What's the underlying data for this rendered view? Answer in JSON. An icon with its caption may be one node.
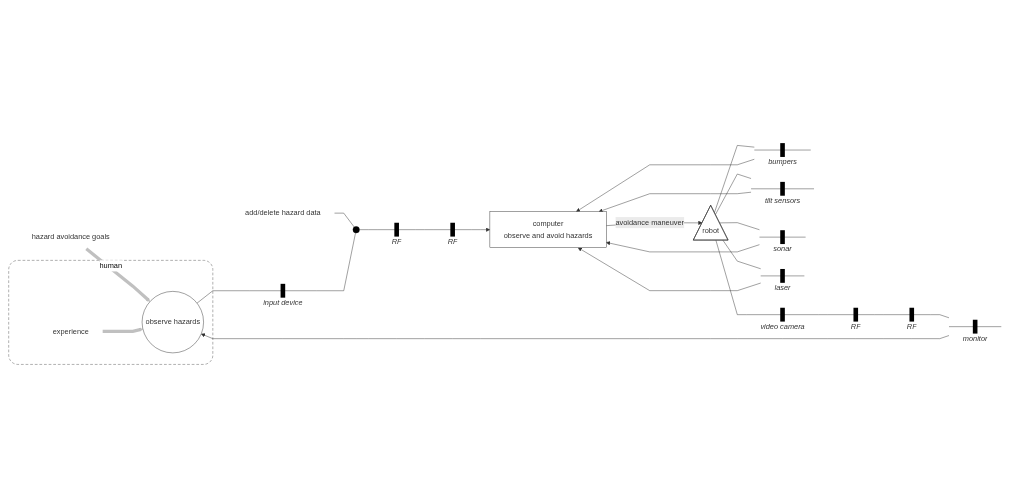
{
  "diagram": {
    "nodes": [
      {
        "text": [
          "human"
        ]
      },
      {
        "text": [
          "hazard avoidance goals"
        ]
      },
      {
        "text": [
          "experience"
        ],
        "in": 0
      },
      {
        "text": [
          "add/delete hazard data"
        ]
      },
      {
        "text": [
          "computer",
          "observe and avoid hazards"
        ]
      },
      {
        "text": [
          "robot"
        ]
      },
      {
        "text": [],
        "shape": "bar",
        "beside": [
          "monitor"
        ]
      },
      {
        "text": [
          "observe hazards"
        ],
        "in": 0
      },
      {
        "text": [],
        "shape": "bar",
        "beside": [
          "input device"
        ]
      },
      {
        "text": [],
        "shape": "circle"
      },
      {
        "text": [],
        "shape": "bar",
        "beside": [
          "RF"
        ]
      },
      {
        "text": [],
        "shape": "bar",
        "beside": [
          "RF"
        ]
      },
      {
        "text": [],
        "shape": "bar",
        "beside": [
          "bumpers"
        ]
      },
      {
        "text": [],
        "shape": "bar",
        "beside": [
          "tilt sensors"
        ]
      },
      {
        "text": [],
        "shape": "bar",
        "beside": [
          "sonar"
        ]
      },
      {
        "text": [],
        "shape": "bar",
        "beside": [
          "laser"
        ]
      },
      {
        "text": [],
        "shape": "bar",
        "beside": [
          "RF"
        ]
      },
      {
        "text": [],
        "shape": "bar",
        "beside": [
          "RF"
        ]
      },
      {
        "text": [],
        "shape": "bar",
        "beside": [
          "video camera"
        ]
      }
    ],
    "edges": [
      {
        "from": 1,
        "to": 7,
        "arrow": "to",
        "style": "thick",
        "color": "#c0c0c0"
      },
      {
        "from": 2,
        "to": 7,
        "arrow": "to",
        "style": "thick",
        "color": "#c0c0c0"
      },
      {
        "from": 3,
        "to": 9,
        "arrow": "none"
      },
      {
        "from": 6,
        "to": 7,
        "arrow": "to"
      },
      {
        "from": 7,
        "to": 8,
        "arrow": "none"
      },
      {
        "from": 8,
        "to": 9,
        "arrow": "none"
      },
      {
        "from": 9,
        "to": 10,
        "arrow": "none"
      },
      {
        "from": 10,
        "to": 11,
        "arrow": "none"
      },
      {
        "from": 11,
        "to": 4,
        "arrow": "to"
      },
      {
        "from": 4,
        "to": 5,
        "arrow": "to",
        "label": "avoidance maneuver"
      },
      {
        "from": 5,
        "to": 12,
        "arrow": "none"
      },
      {
        "from": 12,
        "to": 4,
        "arrow": "to"
      },
      {
        "from": 5,
        "to": 13,
        "arrow": "none"
      },
      {
        "from": 13,
        "to": 4,
        "arrow": "to"
      },
      {
        "from": 5,
        "to": 14,
        "arrow": "none"
      },
      {
        "from": 14,
        "to": 4,
        "arrow": "to"
      },
      {
        "from": 5,
        "to": 15,
        "arrow": "none"
      },
      {
        "from": 15,
        "to": 4,
        "arrow": "to"
      },
      {
        "from": 5,
        "to": 18,
        "arrow": "none"
      },
      {
        "from": 18,
        "to": 17,
        "arrow": "none"
      },
      {
        "from": 17,
        "to": 16,
        "arrow": "none"
      },
      {
        "from": 16,
        "to": 6,
        "arrow": "none"
      }
    ]
  }
}
